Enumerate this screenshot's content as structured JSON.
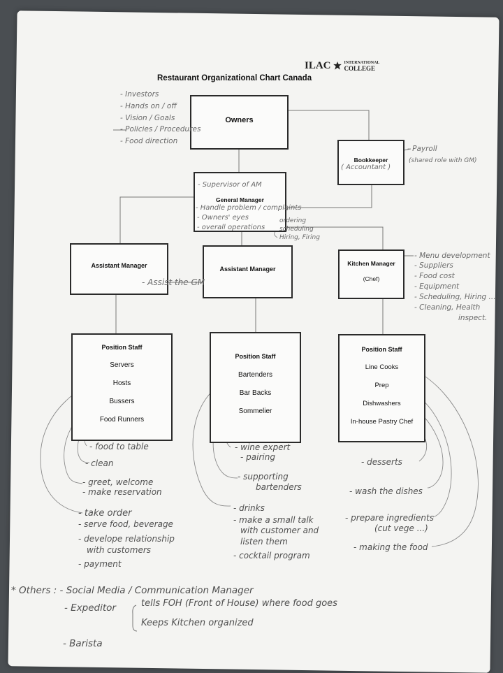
{
  "logo": {
    "main": "ILAC",
    "line1": "INTERNATIONAL",
    "line2": "COLLEGE"
  },
  "title": "Restaurant Organizational Chart Canada",
  "boxes": {
    "owners": {
      "title": "Owners"
    },
    "bookkeeper": {
      "title": "Bookkeeper",
      "note": "( Accountant )"
    },
    "general_manager": {
      "title": "General Manager"
    },
    "am1": {
      "title": "Assistant Manager"
    },
    "am2": {
      "title": "Assistant Manager"
    },
    "kitchen_manager": {
      "title": "Kitchen Manager",
      "sub": "(Chef)"
    },
    "staff1": {
      "title": "Position Staff",
      "items": [
        "Servers",
        "Hosts",
        "Bussers",
        "Food Runners"
      ]
    },
    "staff2": {
      "title": "Position Staff",
      "items": [
        "Bartenders",
        "Bar Backs",
        "Sommelier"
      ]
    },
    "staff3": {
      "title": "Position Staff",
      "items": [
        "Line Cooks",
        "Prep",
        "Dishwashers",
        "In-house Pastry Chef"
      ]
    }
  },
  "notes": {
    "owners": [
      "- Investors",
      "- Hands on / off",
      "- Vision / Goals",
      "- Policies / Procedures",
      "- Food direction"
    ],
    "bookkeeper": [
      "- Payroll",
      "(shared role with GM)"
    ],
    "gm_top": "- Supervisor of AM",
    "gm": [
      "- Handle problem / complaints",
      "- Owners' eyes",
      "- overall operations"
    ],
    "gm_bracket": [
      "ordering",
      "scheduling",
      "Hiring, Firing"
    ],
    "am": "- Assist the GM",
    "kitchen": [
      "- Menu development",
      "- Suppliers",
      "- Food cost",
      "- Equipment",
      "- Scheduling, Hiring ...",
      "- Cleaning, Health",
      "inspect."
    ],
    "staff1": [
      "- food to table",
      "- clean",
      "- greet, welcome",
      "- make reservation",
      "- take order",
      "- serve food, beverage",
      "- develope relationship",
      "with customers",
      "- payment"
    ],
    "staff2": [
      "- wine expert",
      "- pairing",
      "- supporting",
      "bartenders",
      "- drinks",
      "- make a small talk",
      "with customer and",
      "listen them",
      "- cocktail program"
    ],
    "staff3": [
      "- desserts",
      "- wash the dishes",
      "- prepare ingredients",
      "(cut vege ...)",
      "- making the food"
    ],
    "others_line": "* Others : - Social Media / Communication Manager",
    "expeditor": "- Expeditor",
    "expeditor_items": [
      "tells FOH (Front of House) where food goes",
      "Keeps Kitchen organized"
    ],
    "barista": "- Barista"
  }
}
